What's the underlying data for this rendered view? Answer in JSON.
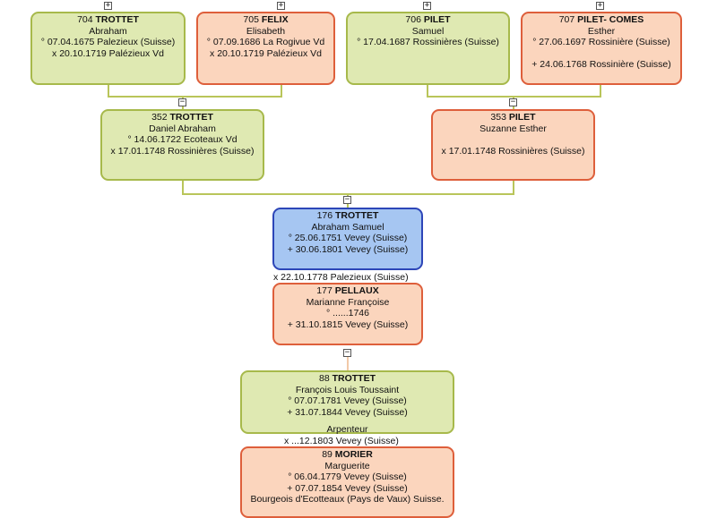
{
  "persons": {
    "p704": {
      "num": "704",
      "surname": "TROTTET",
      "given": "Abraham",
      "lines": [
        "° 07.04.1675 Palezieux (Suisse)",
        "x 20.10.1719 Palézieux Vd"
      ]
    },
    "p705": {
      "num": "705",
      "surname": "FELIX",
      "given": "Elisabeth",
      "lines": [
        "° 07.09.1686 La Rogivue Vd",
        "x 20.10.1719 Palézieux Vd"
      ]
    },
    "p706": {
      "num": "706",
      "surname": "PILET",
      "given": "Samuel",
      "lines": [
        "° 17.04.1687 Rossinières (Suisse)",
        ""
      ]
    },
    "p707": {
      "num": "707",
      "surname": "PILET- COMES",
      "given": "Esther",
      "lines": [
        "° 27.06.1697 Rossinière (Suisse)",
        "",
        "+ 24.06.1768 Rossinière (Suisse)"
      ]
    },
    "p352": {
      "num": "352",
      "surname": "TROTTET",
      "given": "Daniel Abraham",
      "lines": [
        "° 14.06.1722 Ecoteaux Vd",
        "x 17.01.1748 Rossinières (Suisse)"
      ]
    },
    "p353": {
      "num": "353",
      "surname": "PILET",
      "given": "Suzanne Esther",
      "lines": [
        "",
        "x 17.01.1748 Rossinières (Suisse)"
      ]
    },
    "p176": {
      "num": "176",
      "surname": "TROTTET",
      "given": "Abraham Samuel",
      "lines": [
        "° 25.06.1751 Vevey (Suisse)",
        "+ 30.06.1801 Vevey (Suisse)"
      ]
    },
    "p177": {
      "num": "177",
      "surname": "PELLAUX",
      "given": "Marianne Françoise",
      "lines": [
        "° ......1746",
        "+ 31.10.1815 Vevey (Suisse)"
      ]
    },
    "p88": {
      "num": "88",
      "surname": "TROTTET",
      "given": "François Louis Toussaint",
      "lines": [
        "° 07.07.1781 Vevey (Suisse)",
        "+ 31.07.1844 Vevey (Suisse)"
      ]
    },
    "p89": {
      "num": "89",
      "surname": "MORIER",
      "given": "Marguerite",
      "lines": [
        "° 06.04.1779 Vevey (Suisse)",
        "+ 07.07.1854 Vevey (Suisse)",
        "Bourgeois d'Ecotteaux (Pays de Vaux) Suisse."
      ]
    }
  },
  "marriages": {
    "m176_177": "x 22.10.1778 Palezieux (Suisse)",
    "m88_89": "x ...12.1803 Vevey (Suisse)"
  },
  "occupations": {
    "p88": "Arpenteur"
  },
  "toggles": {
    "expand": "+",
    "collapse": "−"
  }
}
